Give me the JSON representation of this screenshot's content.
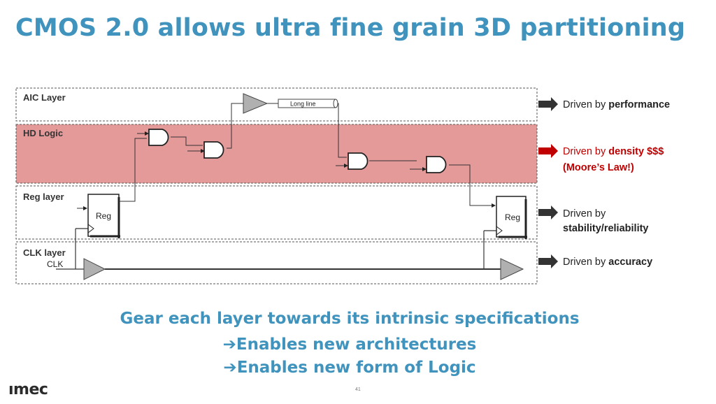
{
  "slide": {
    "title": "CMOS 2.0 allows ultra fine grain 3D partitioning",
    "page_number": "41",
    "logo_text": "ımec"
  },
  "layers": [
    {
      "label": "AIC Layer"
    },
    {
      "label": "HD Logic",
      "fill": "#e59a9a"
    },
    {
      "label": "Reg layer"
    },
    {
      "label": "CLK layer"
    }
  ],
  "components": {
    "long_line_label": "Long line",
    "reg_label_left": "Reg",
    "reg_label_right": "Reg",
    "clk_label": "CLK"
  },
  "drivers": {
    "aic": {
      "prefix": "Driven by ",
      "bold": "performance"
    },
    "hd": {
      "prefix": "Driven by ",
      "bold": "density $$$",
      "line2": "(Moore’s Law!)",
      "color": "#c00000"
    },
    "reg": {
      "line1": "Driven by",
      "line2": "stability/reliability"
    },
    "clk": {
      "prefix": "Driven by ",
      "bold": "accuracy"
    }
  },
  "bottom": {
    "line1": "Gear each layer towards its intrinsic specifications",
    "line2": "Enables new architectures",
    "line3": "Enables new form of Logic",
    "arrow": "➔"
  },
  "colors": {
    "title": "#3f93bd",
    "hd_fill": "#e59a9a",
    "red_text": "#c00000",
    "buffer_gray": "#b0b0b0"
  }
}
